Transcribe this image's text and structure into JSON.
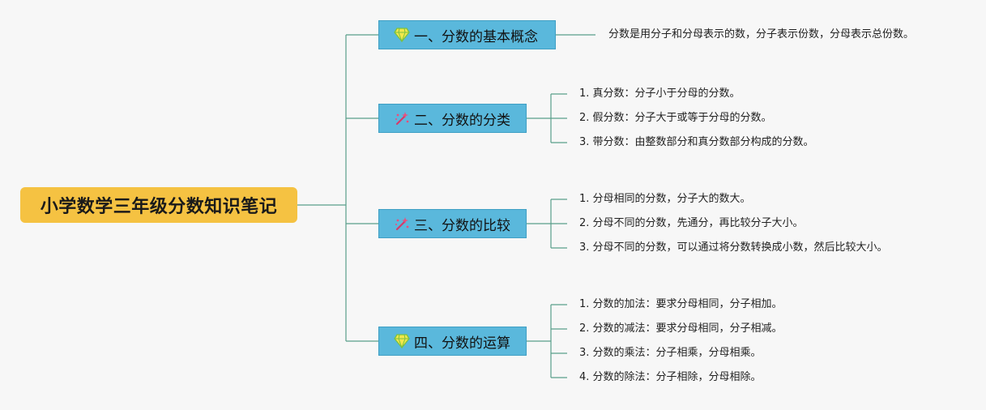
{
  "root": {
    "title": "小学数学三年级分数知识笔记"
  },
  "branches": [
    {
      "label": "一、分数的基本概念",
      "icon": "diamond-icon",
      "items": [
        "分数是用分子和分母表示的数，分子表示份数，分母表示总份数。"
      ]
    },
    {
      "label": "二、分数的分类",
      "icon": "magic-wand-icon",
      "items": [
        "1. 真分数：分子小于分母的分数。",
        "2. 假分数：分子大于或等于分母的分数。",
        "3. 带分数：由整数部分和真分数部分构成的分数。"
      ]
    },
    {
      "label": "三、分数的比较",
      "icon": "magic-wand-icon",
      "items": [
        "1. 分母相同的分数，分子大的数大。",
        "2. 分母不同的分数，先通分，再比较分子大小。",
        "3. 分母不同的分数，可以通过将分数转换成小数，然后比较大小。"
      ]
    },
    {
      "label": "四、分数的运算",
      "icon": "diamond-icon",
      "items": [
        "1. 分数的加法：要求分母相同，分子相加。",
        "2. 分数的减法：要求分母相同，分子相减。",
        "3. 分数的乘法：分子相乘，分母相乘。",
        "4. 分数的除法：分子相除，分母相除。"
      ]
    }
  ],
  "colors": {
    "root_fill": "#f5c242",
    "branch_fill": "#5ab8dc",
    "connector": "#5a9e8a"
  }
}
